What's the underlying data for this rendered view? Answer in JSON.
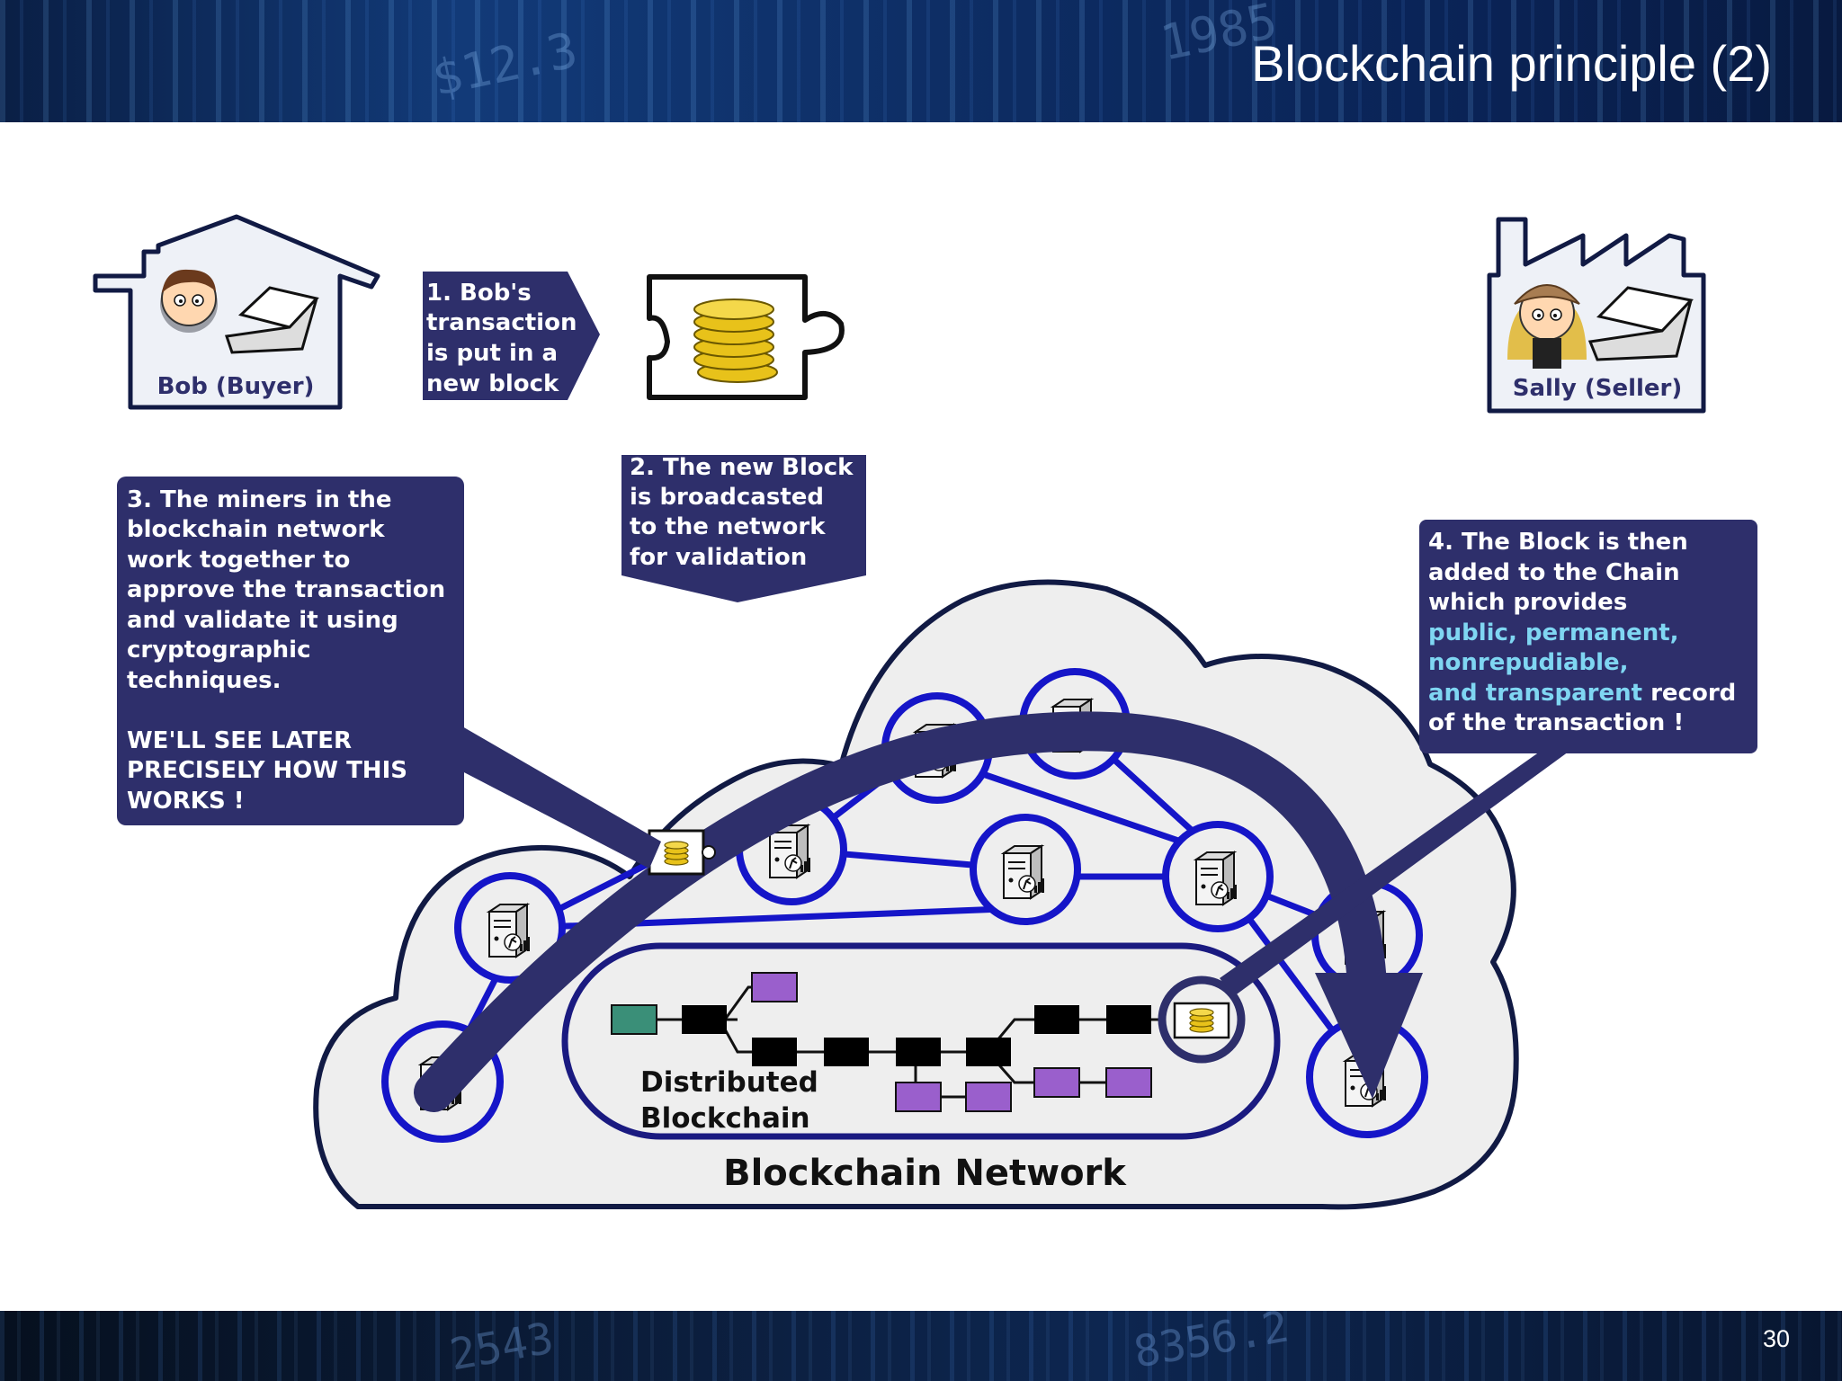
{
  "slide": {
    "title": "Blockchain principle (2)",
    "page_number": "30"
  },
  "background_numbers": {
    "header_1": "$12.3",
    "header_2": "1985",
    "footer_1": "2543",
    "footer_2": "8356.2"
  },
  "actors": {
    "buyer_label": "Bob (Buyer)",
    "seller_label": "Sally (Seller)"
  },
  "steps": {
    "step1": [
      "1. Bob's",
      "transaction",
      "is put in a",
      "new block"
    ],
    "step2": [
      "2. The new Block",
      "is broadcasted",
      "to the network",
      "for validation"
    ],
    "step3": [
      "3. The miners in the",
      "blockchain network",
      "work together to",
      "approve the transaction",
      "and validate it using",
      "cryptographic",
      "techniques.",
      "",
      "WE'LL SEE LATER",
      "PRECISELY HOW THIS",
      "WORKS !"
    ],
    "step4": {
      "lines": [
        "4. The Block is then",
        "added to the Chain",
        "which provides"
      ],
      "highlight_1": "public, permanent,",
      "highlight_2": "nonrepudiable,",
      "highlight_3": "and transparent",
      "line_tail": " record",
      "last_line": "of the transaction !"
    }
  },
  "network": {
    "label": "Blockchain Network",
    "chain_label_1": "Distributed",
    "chain_label_2": "Blockchain"
  },
  "colors": {
    "navy": "#2e2f6b",
    "highlight": "#7fd6f2",
    "node_ring": "#1515c8",
    "cloud_fill": "#eeeeee",
    "cloud_stroke": "#111a44",
    "genesis_block": "#3a8f78",
    "orphan_block": "#9a5fcc",
    "chain_block": "#000000",
    "coin": "#e8c21a"
  },
  "icons": [
    "house-icon",
    "factory-icon",
    "laptop-icon",
    "coin-stack-icon",
    "puzzle-block-icon",
    "miner-server-icon",
    "curved-arrow-icon"
  ]
}
